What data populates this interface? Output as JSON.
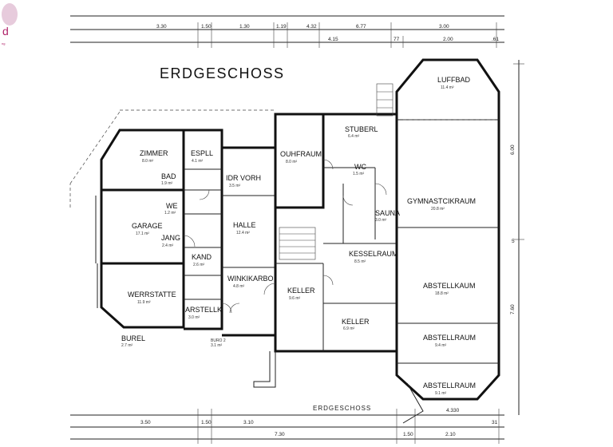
{
  "title": "ERDGESCHOSS",
  "bottom_title": "ERDGESCHOSS",
  "logo": {
    "text": "d",
    "color": "#b0246a"
  },
  "top_dims_row1": [
    "3.30",
    "1.50",
    "1.30",
    "1.19",
    "4.32",
    "6.77",
    "3.00"
  ],
  "top_dims_row2": [
    "4.15",
    "77",
    "2.00",
    ".61"
  ],
  "bottom_dims_row1": [
    "3.50",
    "1.50",
    "3.10",
    "4.330",
    "31"
  ],
  "bottom_dims_row2": [
    "7.30",
    "1.50",
    "2.10"
  ],
  "side_dims": [
    "6.00",
    "5",
    "7.60"
  ],
  "rooms": [
    {
      "id": "zimmer",
      "name": "ZIMMER",
      "sub": "8.0 m²"
    },
    {
      "id": "espll",
      "name": "ESPLL",
      "sub": "4.1 m²"
    },
    {
      "id": "bad",
      "name": "BAD",
      "sub": "1.9 m²"
    },
    {
      "id": "idr-vorh",
      "name": "IDR VORH",
      "sub": "3.5 m²"
    },
    {
      "id": "garage",
      "name": "GARAGE",
      "sub": "17.1 m²"
    },
    {
      "id": "we",
      "name": "WE",
      "sub": "1.2 m²"
    },
    {
      "id": "jang",
      "name": "JANG",
      "sub": "2.4 m²"
    },
    {
      "id": "halle",
      "name": "HALLE",
      "sub": "12.4 m²"
    },
    {
      "id": "kand",
      "name": "KAND",
      "sub": "2.6 m²"
    },
    {
      "id": "winkikarbo",
      "name": "WINKIKARBO",
      "sub": "4.8 m²"
    },
    {
      "id": "werrstatte",
      "name": "WERRSTATTE",
      "sub": "11.9 m²"
    },
    {
      "id": "arstellk",
      "name": "ARSTELLK",
      "sub": "3.0 m²"
    },
    {
      "id": "burel",
      "name": "BUREL",
      "sub": "2.7 m²"
    },
    {
      "id": "buro",
      "name": "BURO 2",
      "sub": "3.1 m²"
    },
    {
      "id": "ouhfraum",
      "name": "OUHFRAUM",
      "sub": "8.0 m²"
    },
    {
      "id": "stuberl",
      "name": "STUBERL",
      "sub": "6.4 m²"
    },
    {
      "id": "wc",
      "name": "WC",
      "sub": "1.5 m²"
    },
    {
      "id": "sauna",
      "name": "SAUNA",
      "sub": "3.0 m²"
    },
    {
      "id": "kesselraum",
      "name": "KESSELRAUM",
      "sub": "8.5 m²"
    },
    {
      "id": "keller1",
      "name": "KELLER",
      "sub": "9.6 m²"
    },
    {
      "id": "keller2",
      "name": "KELLER",
      "sub": "6.9 m²"
    },
    {
      "id": "luffbad",
      "name": "LUFFBAD",
      "sub": "11.4 m²"
    },
    {
      "id": "gymnastik",
      "name": "GYMNASTCIKRAUM",
      "sub": "20.8 m²"
    },
    {
      "id": "abstellraum1",
      "name": "ABSTELLKAUM",
      "sub": "18.8 m²"
    },
    {
      "id": "abstellraum2",
      "name": "ABSTELLRAUM",
      "sub": "9.4 m²"
    },
    {
      "id": "abstellraum3",
      "name": "ABSTELLRAUM",
      "sub": "9.1 m²"
    }
  ]
}
